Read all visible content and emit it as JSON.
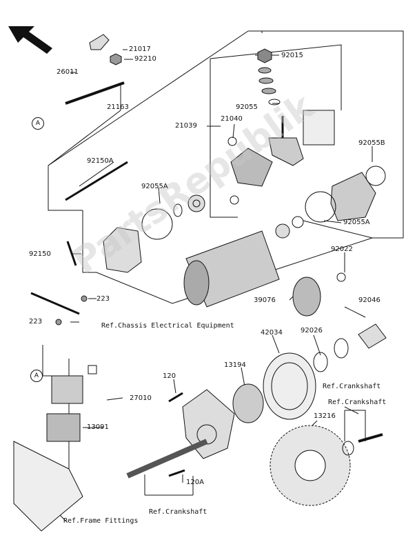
{
  "watermark": "PartsRepublik",
  "callouts": {
    "a1": "A",
    "a2": "A"
  },
  "parts": {
    "p21017": "21017",
    "p92210": "92210",
    "p26011": "26011",
    "p21163": "21163",
    "p92015": "92015",
    "p92055": "92055",
    "p21039": "21039",
    "p21040": "21040",
    "p92055B": "92055B",
    "p92150A": "92150A",
    "p92055A_left": "92055A",
    "p92055A_right": "92055A",
    "p92150": "92150",
    "p92022": "92022",
    "p223_a": "223",
    "p223_b": "223",
    "p39076": "39076",
    "p92046": "92046",
    "p42034": "42034",
    "p92026": "92026",
    "p13194": "13194",
    "p120": "120",
    "p27010": "27010",
    "p13091": "13091",
    "p13216": "13216",
    "p120A": "120A"
  },
  "refs": {
    "chassis": "Ref.Chassis Electrical Equipment",
    "crank1": "Ref.Crankshaft",
    "crank2": "Ref.Crankshaft",
    "crank3": "Ref.Crankshaft",
    "frame": "Ref.Frame Fittings"
  }
}
